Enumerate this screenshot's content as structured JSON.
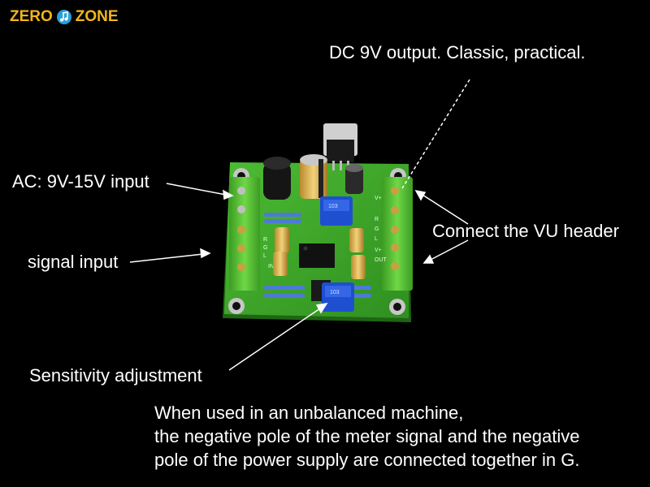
{
  "logo": {
    "left": "ZERO",
    "right": "ZONE",
    "icon": "music-note-icon"
  },
  "labels": {
    "dc_output": "DC 9V output. Classic, practical.",
    "ac_input": "AC: 9V-15V input",
    "signal_input": "signal input",
    "vu_header": "Connect the VU header",
    "sensitivity": "Sensitivity adjustment"
  },
  "note_lines": [
    "When used in an unbalanced machine,",
    "the negative pole of the meter signal and the negative",
    "pole of the power supply are connected together in G."
  ],
  "board": {
    "pcb_text": [
      "R",
      "G",
      "L",
      "INPUT",
      "OUT",
      "V+",
      "R",
      "G",
      "L",
      "V+"
    ],
    "trimmer_text": "103",
    "colors": {
      "pcb": "#3fae2a",
      "terminal": "#55c234",
      "trimmer": "#1f4fd1",
      "capacitor": "#d4a64a"
    }
  }
}
